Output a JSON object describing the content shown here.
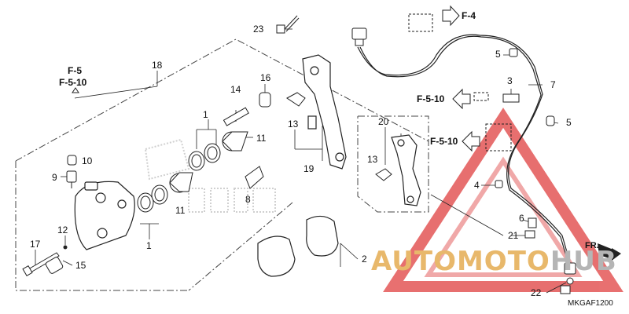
{
  "callouts": {
    "c1a": "1",
    "c1b": "1",
    "c2": "2",
    "c3": "3",
    "c4": "4",
    "c5a": "5",
    "c5b": "5",
    "c6": "6",
    "c7": "7",
    "c8": "8",
    "c9": "9",
    "c10": "10",
    "c11a": "11",
    "c11b": "11",
    "c12": "12",
    "c13a": "13",
    "c13b": "13",
    "c14": "14",
    "c15": "15",
    "c16": "16",
    "c17": "17",
    "c18": "18",
    "c19": "19",
    "c20": "20",
    "c21": "21",
    "c22": "22",
    "c23": "23"
  },
  "refs": {
    "f5": "F-5",
    "f510_top": "F-5-10",
    "f4": "F-4",
    "f510_mid": "F-5-10",
    "f510_low": "F-5-10"
  },
  "direction_label": "FR.",
  "diagram_code": "MKGAF1200",
  "watermark": {
    "part1": "AUTOMOTO",
    "part2": "HUB"
  },
  "colors": {
    "watermark_red": "#e04040",
    "watermark_orange": "#e8b86b",
    "watermark_gray": "#b5b5b5"
  }
}
